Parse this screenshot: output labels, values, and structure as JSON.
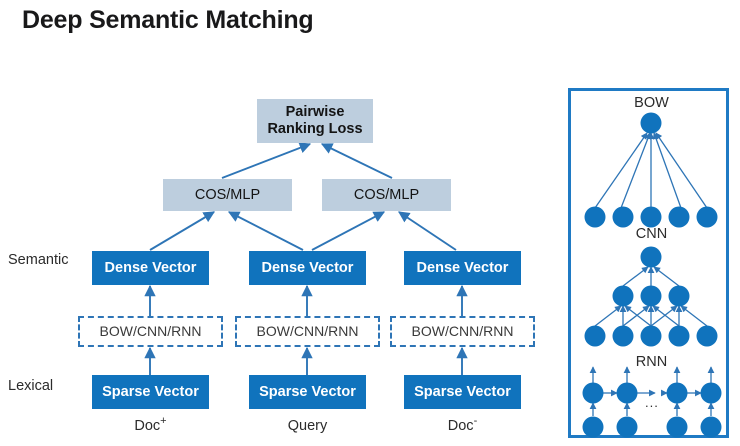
{
  "slide": {
    "title": "Deep Semantic Matching"
  },
  "main_diagram": {
    "loss_box": {
      "line1": "Pairwise",
      "line2": "Ranking Loss"
    },
    "cos_boxes": [
      {
        "label": "COS/MLP"
      },
      {
        "label": "COS/MLP"
      }
    ],
    "dense_boxes": [
      {
        "label": "Dense Vector"
      },
      {
        "label": "Dense Vector"
      },
      {
        "label": "Dense Vector"
      }
    ],
    "encoder_boxes": [
      {
        "label": "BOW/CNN/RNN"
      },
      {
        "label": "BOW/CNN/RNN"
      },
      {
        "label": "BOW/CNN/RNN"
      }
    ],
    "sparse_boxes": [
      {
        "label": "Sparse Vector"
      },
      {
        "label": "Sparse Vector"
      },
      {
        "label": "Sparse Vector"
      }
    ],
    "row_labels": [
      {
        "label": "Semantic"
      },
      {
        "label": "Lexical"
      }
    ],
    "column_captions": [
      {
        "text": "Doc",
        "sup": "+"
      },
      {
        "text": "Query",
        "sup": ""
      },
      {
        "text": "Doc",
        "sup": "-"
      }
    ]
  },
  "right_panel": {
    "sections": [
      {
        "label": "BOW"
      },
      {
        "label": "CNN"
      },
      {
        "label": "RNN"
      }
    ],
    "rnn_ellipsis": "..."
  },
  "colors": {
    "dense_blue": "#1073bd",
    "light_blue_gray": "#bdcede",
    "arrow_blue": "#2e75b6",
    "panel_border": "#1f7ac4",
    "node_blue": "#1073bd",
    "text_dark": "#1a1a1a"
  }
}
